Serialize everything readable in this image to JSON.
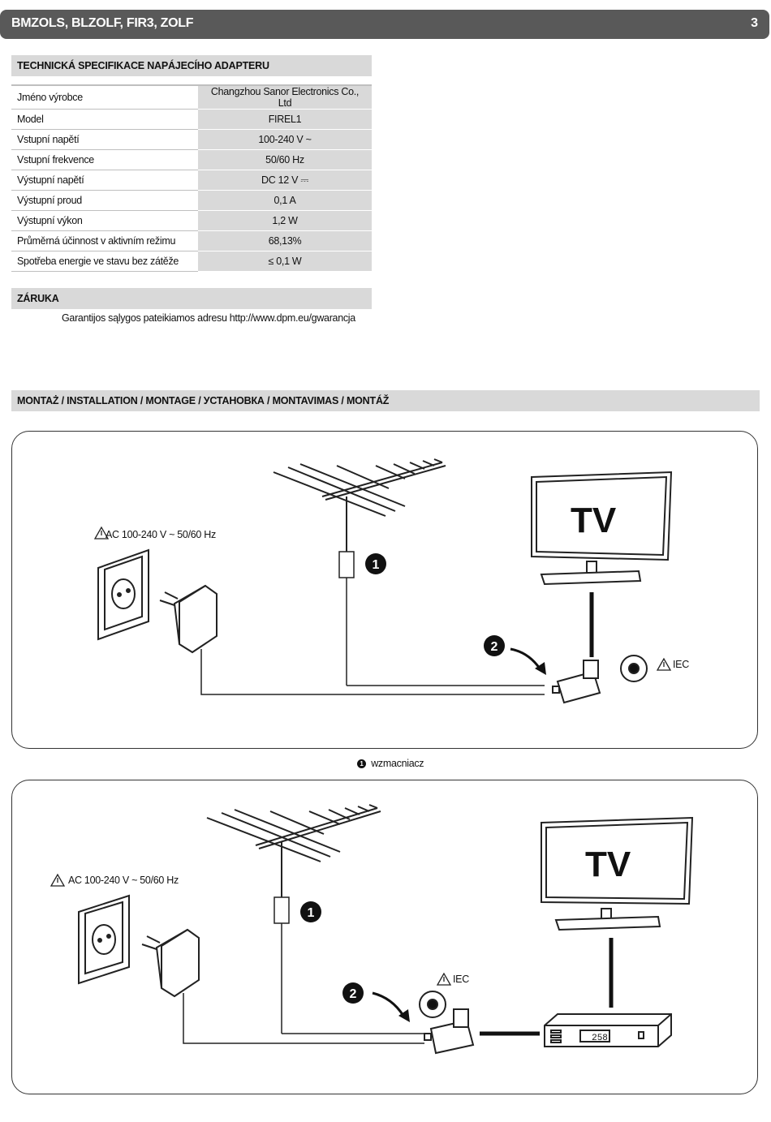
{
  "header": {
    "title": "BMZOLS, BLZOLF, FIR3, ZOLF",
    "page_number": "3"
  },
  "spec_section": {
    "title": "TECHNICKÁ SPECIFIKACE NAPÁJECÍHO ADAPTERU",
    "rows": [
      {
        "label": "Jméno výrobce",
        "value": "Changzhou Sanor Electronics Co., Ltd"
      },
      {
        "label": "Model",
        "value": "FIREL1"
      },
      {
        "label": "Vstupní napětí",
        "value": "100-240 V ~"
      },
      {
        "label": "Vstupní frekvence",
        "value": "50/60 Hz"
      },
      {
        "label": "Výstupní napětí",
        "value": "DC 12 V ⎓"
      },
      {
        "label": "Výstupní proud",
        "value": "0,1 A"
      },
      {
        "label": "Výstupní výkon",
        "value": "1,2 W"
      },
      {
        "label": "Průměrná účinnost v aktivním režimu",
        "value": "68,13%"
      },
      {
        "label": "Spotřeba energie ve stavu bez zátěže",
        "value": "≤ 0,1 W"
      }
    ]
  },
  "warranty_section": {
    "title": "ZÁRUKA",
    "text": "Garantijos sąlygos pateikiamos adresu http://www.dpm.eu/gwarancja"
  },
  "installation_section": {
    "title": "MONTAŻ / INSTALLATION / MONTAGE / УСТАНОВКА / MONTAVIMAS / MONTÁŽ",
    "diagram1": {
      "power_label": "AC 100-240 V ~ 50/60 Hz",
      "iec_label": "IEC",
      "tv_text": "TV",
      "marker1": "1",
      "marker2": "2"
    },
    "legend_text": "wzmacniacz",
    "legend_marker": "1",
    "diagram2": {
      "power_label": "AC 100-240 V ~ 50/60 Hz",
      "iec_label": "IEC",
      "tv_text": "TV",
      "marker1": "1",
      "marker2": "2",
      "stb_display": "258"
    }
  }
}
